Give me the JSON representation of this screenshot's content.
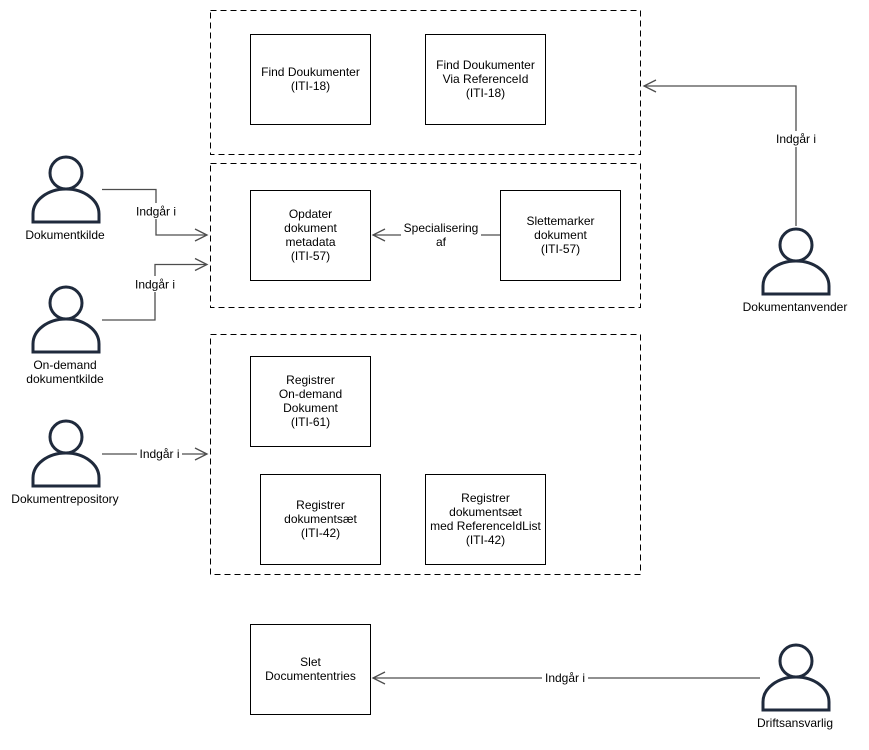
{
  "colors": {
    "box_stroke": "#000000",
    "actor_stroke": "#1f2a3c",
    "connector": "#4d4d4d",
    "label_bg": "#ffffff"
  },
  "boxes": {
    "find_documents": [
      "Find Doukumenter",
      "(ITI-18)"
    ],
    "find_documents_via_reference_id": [
      "Find Doukumenter",
      "Via ReferenceId",
      "(ITI-18)"
    ],
    "update_document_metadata": [
      "Opdater",
      "dokument",
      "metadata",
      "(ITI-57)"
    ],
    "delete_mark_document": [
      "Slettemarker",
      "dokument",
      "(ITI-57)"
    ],
    "register_on_demand_document": [
      "Registrer",
      "On-demand",
      "Dokument",
      "(ITI-61)"
    ],
    "register_document_set": [
      "Registrer",
      "dokumentsæt",
      "(ITI-42)"
    ],
    "register_document_set_reference_id_list": [
      "Registrer",
      "dokumentsæt",
      "med ReferenceIdList",
      "(ITI-42)"
    ],
    "delete_document_entries": [
      "Slet",
      "Documententries"
    ]
  },
  "actors": {
    "document_source": [
      "Dokumentkilde"
    ],
    "on_demand_document_source": [
      "On-demand",
      "dokumentkilde"
    ],
    "document_repository": [
      "Dokumentrepository"
    ],
    "document_consumer": [
      "Dokumentanvender"
    ],
    "operations_manager": [
      "Driftsansvarlig"
    ]
  },
  "edges": {
    "source_to_update_group": "Indgår i",
    "on_demand_to_update_group": "Indgår i",
    "repository_to_register_group": "Indgår i",
    "consumer_to_find_group": "Indgår i",
    "operations_to_delete": "Indgår i",
    "delete_mark_specializes_update": [
      "Specialisering",
      "af"
    ]
  }
}
